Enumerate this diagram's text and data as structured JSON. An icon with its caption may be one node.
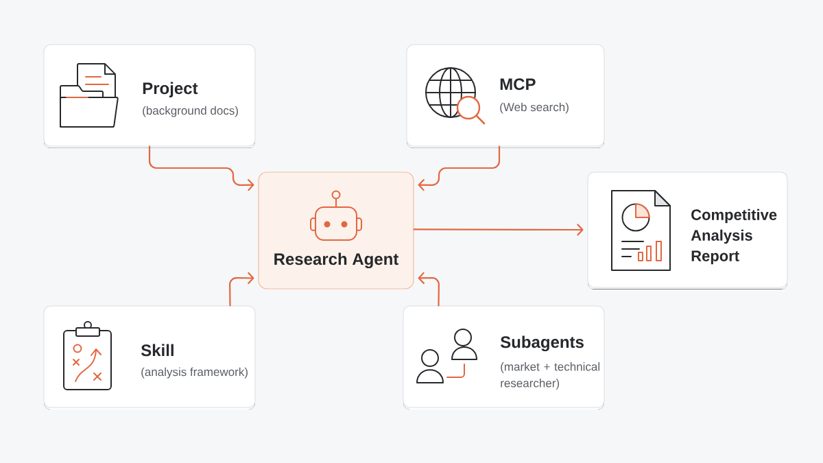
{
  "diagram": {
    "nodes": [
      {
        "text": [
          "Project",
          "(background docs)"
        ]
      },
      {
        "text": [
          "MCP",
          "(Web search)"
        ]
      },
      {
        "text": [
          "Research Agent"
        ]
      },
      {
        "text": [
          "Competitive Analysis Report"
        ]
      },
      {
        "text": [
          "Skill",
          "(analysis framework)"
        ]
      },
      {
        "text": [
          "Subagents",
          "(market + technical researcher)"
        ]
      }
    ],
    "edges": [
      {
        "from": 0,
        "to": 2,
        "arrow": "to"
      },
      {
        "from": 1,
        "to": 2,
        "arrow": "to"
      },
      {
        "from": 2,
        "to": 3,
        "arrow": "to"
      },
      {
        "from": 4,
        "to": 2,
        "arrow": "to"
      },
      {
        "from": 5,
        "to": 2,
        "arrow": "to"
      }
    ]
  }
}
